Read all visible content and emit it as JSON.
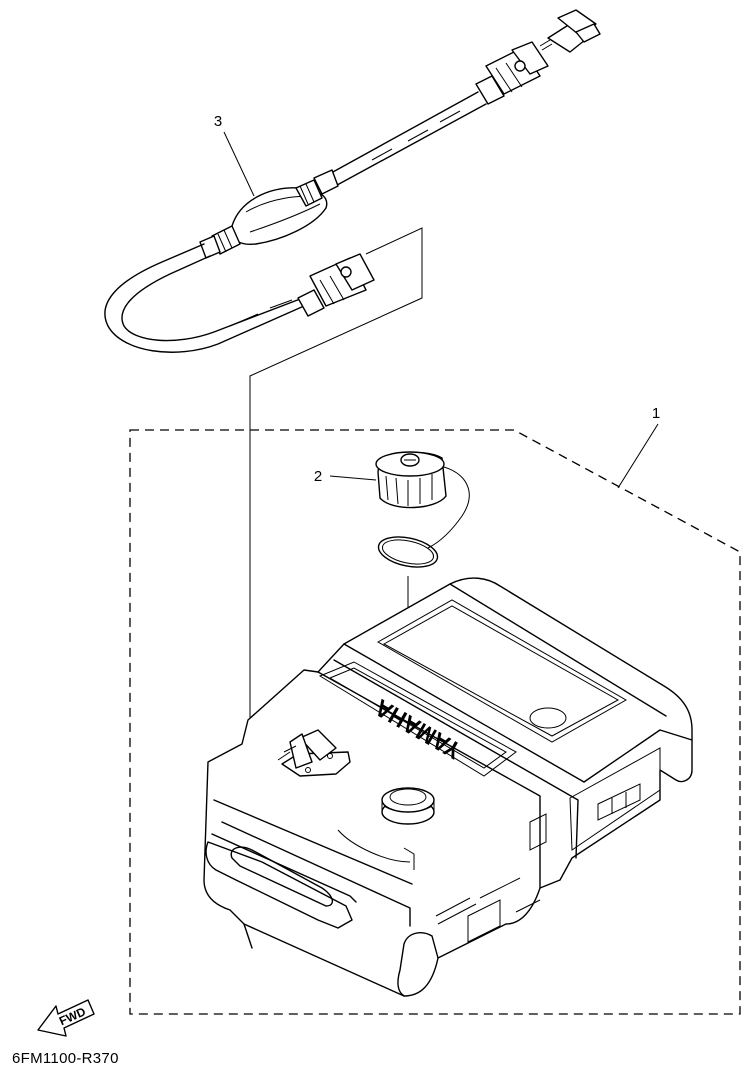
{
  "callouts": [
    {
      "number": "1",
      "part": "fuel-tank-assembly"
    },
    {
      "number": "2",
      "part": "fuel-tank-cap"
    },
    {
      "number": "3",
      "part": "fuel-hose-joint-with-primer-bulb"
    }
  ],
  "tank": {
    "brand_text": "YAMAHA"
  },
  "direction_badge": "FWD",
  "diagram_code": "6FM1100-R370"
}
